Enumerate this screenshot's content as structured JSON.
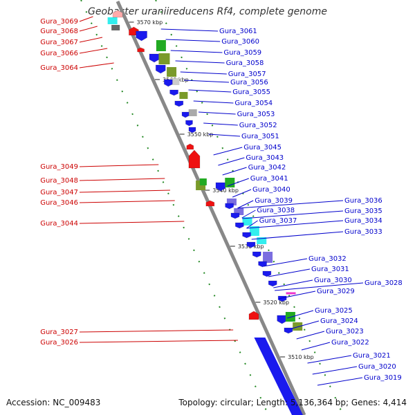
{
  "title": "Geobacter uraniireducens Rf4, complete genome",
  "accession": "Accession: NC_009483",
  "topology": "Topology: circular; Length: 5,136,364 bp; Genes: 4,414",
  "colors": {
    "left_label": "#cc0000",
    "right_label": "#0000cc",
    "forward": "#1a1aee",
    "reverse": "#ee1111",
    "green": "#22aa22",
    "olive": "#7a9a2a",
    "cyan": "#33eeee",
    "lavender": "#7b6ee0",
    "gray": "#aaaaaa",
    "magenta": "#ee33cc",
    "backbone": "#888888",
    "dots": "#228822"
  },
  "ticks": [
    "3570 kbp",
    "3560 kbp",
    "3550 kbp",
    "3540 kbp",
    "3530 kbp",
    "3520 kbp",
    "3510 kbp"
  ],
  "left_labels": [
    "Gura_3069",
    "Gura_3068",
    "Gura_3067",
    "Gura_3066",
    "Gura_3064",
    "Gura_3049",
    "Gura_3048",
    "Gura_3047",
    "Gura_3046",
    "Gura_3044",
    "Gura_3027",
    "Gura_3026"
  ],
  "right_labels": [
    "Gura_3061",
    "Gura_3060",
    "Gura_3059",
    "Gura_3058",
    "Gura_3057",
    "Gura_3056",
    "Gura_3055",
    "Gura_3054",
    "Gura_3053",
    "Gura_3052",
    "Gura_3051",
    "Gura_3045",
    "Gura_3043",
    "Gura_3042",
    "Gura_3041",
    "Gura_3040",
    "Gura_3039",
    "Gura_3038",
    "Gura_3037",
    "Gura_3036",
    "Gura_3035",
    "Gura_3034",
    "Gura_3033",
    "Gura_3032",
    "Gura_3031",
    "Gura_3030",
    "Gura_3029",
    "Gura_3028",
    "Gura_3025",
    "Gura_3024",
    "Gura_3023",
    "Gura_3022",
    "Gura_3021",
    "Gura_3020",
    "Gura_3019"
  ]
}
